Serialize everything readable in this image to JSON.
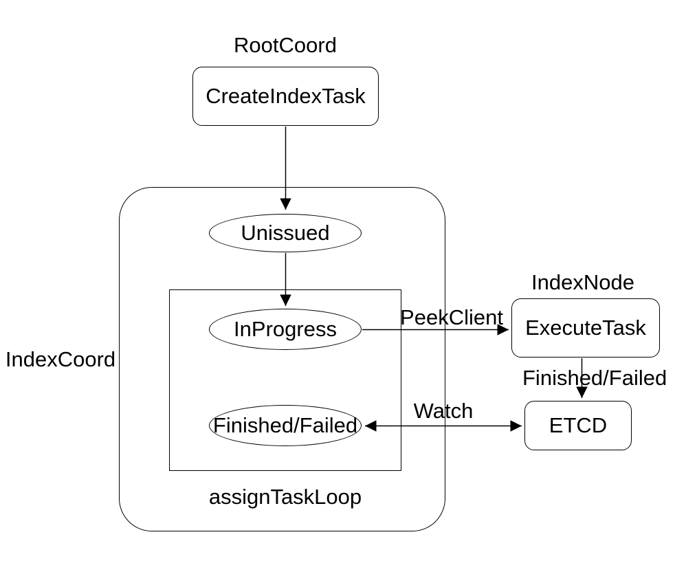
{
  "diagram": {
    "background_color": "#ffffff",
    "stroke_color": "#000000",
    "text_color": "#000000",
    "group_labels": {
      "root_coord": "RootCoord",
      "index_coord": "IndexCoord",
      "index_node": "IndexNode",
      "assign_task_loop": "assignTaskLoop"
    },
    "nodes": {
      "create_index_task": "CreateIndexTask",
      "unissued": "Unissued",
      "in_progress": "InProgress",
      "finished_failed": "Finished/Failed",
      "execute_task": "ExecuteTask",
      "etcd": "ETCD"
    },
    "edge_labels": {
      "peek_client": "PeekClient",
      "finished_failed": "Finished/Failed",
      "watch": "Watch"
    }
  }
}
